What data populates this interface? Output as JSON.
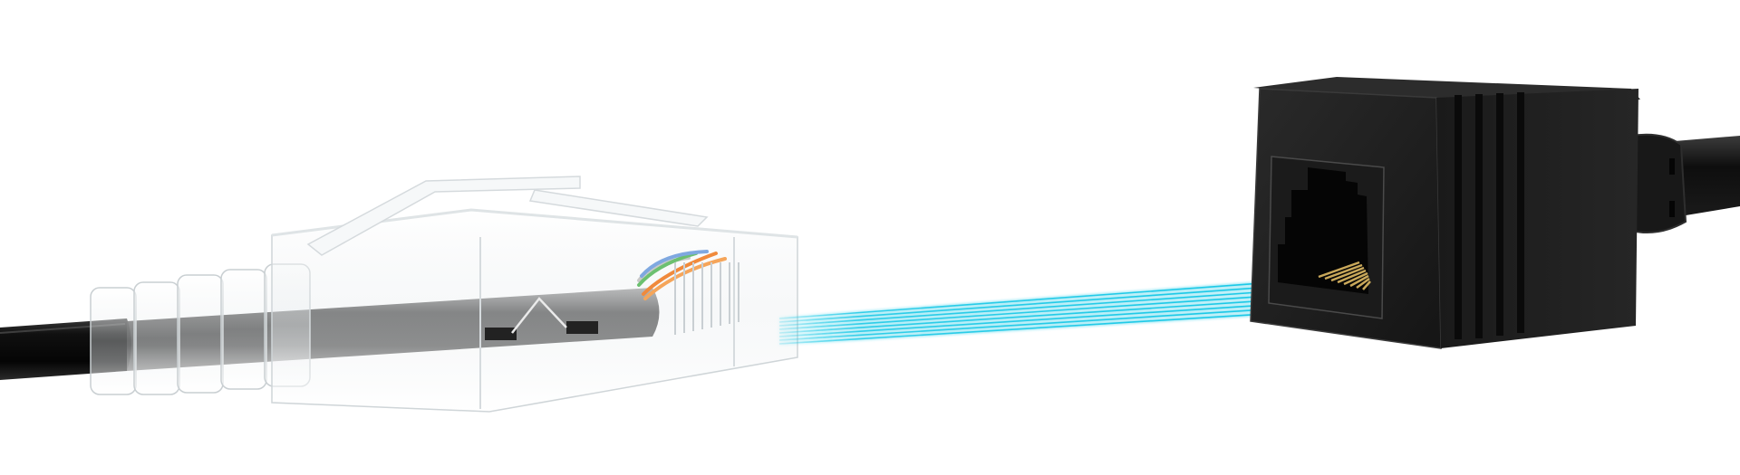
{
  "scene": {
    "description": "RJ45 male plug with transparent housing connecting to a black RJ45 female coupler via glowing data lines",
    "background": "#ffffff"
  },
  "components": {
    "left_cable": {
      "label": "black ethernet cable",
      "color": "#0d0d0d"
    },
    "rj45_plug": {
      "label": "transparent RJ45 male plug",
      "housing_color": "#f4f6f7",
      "inner_jacket_color": "#3a3a3a",
      "wire_colors": [
        "#f08a3c",
        "#7fa8e0",
        "#6cc070",
        "#c8c8c8",
        "#f5a55a"
      ],
      "pin_count": 8
    },
    "data_beam": {
      "label": "data transmission lines",
      "color": "#19c8e6",
      "line_count": 8
    },
    "rj45_coupler": {
      "label": "black RJ45 female coupler",
      "body_color": "#1e1e1e",
      "port_color": "#050505",
      "contact_color": "#c9a85a",
      "groove_count": 4,
      "contact_count": 8
    },
    "right_cable": {
      "label": "black ethernet cable",
      "color": "#111111"
    }
  }
}
